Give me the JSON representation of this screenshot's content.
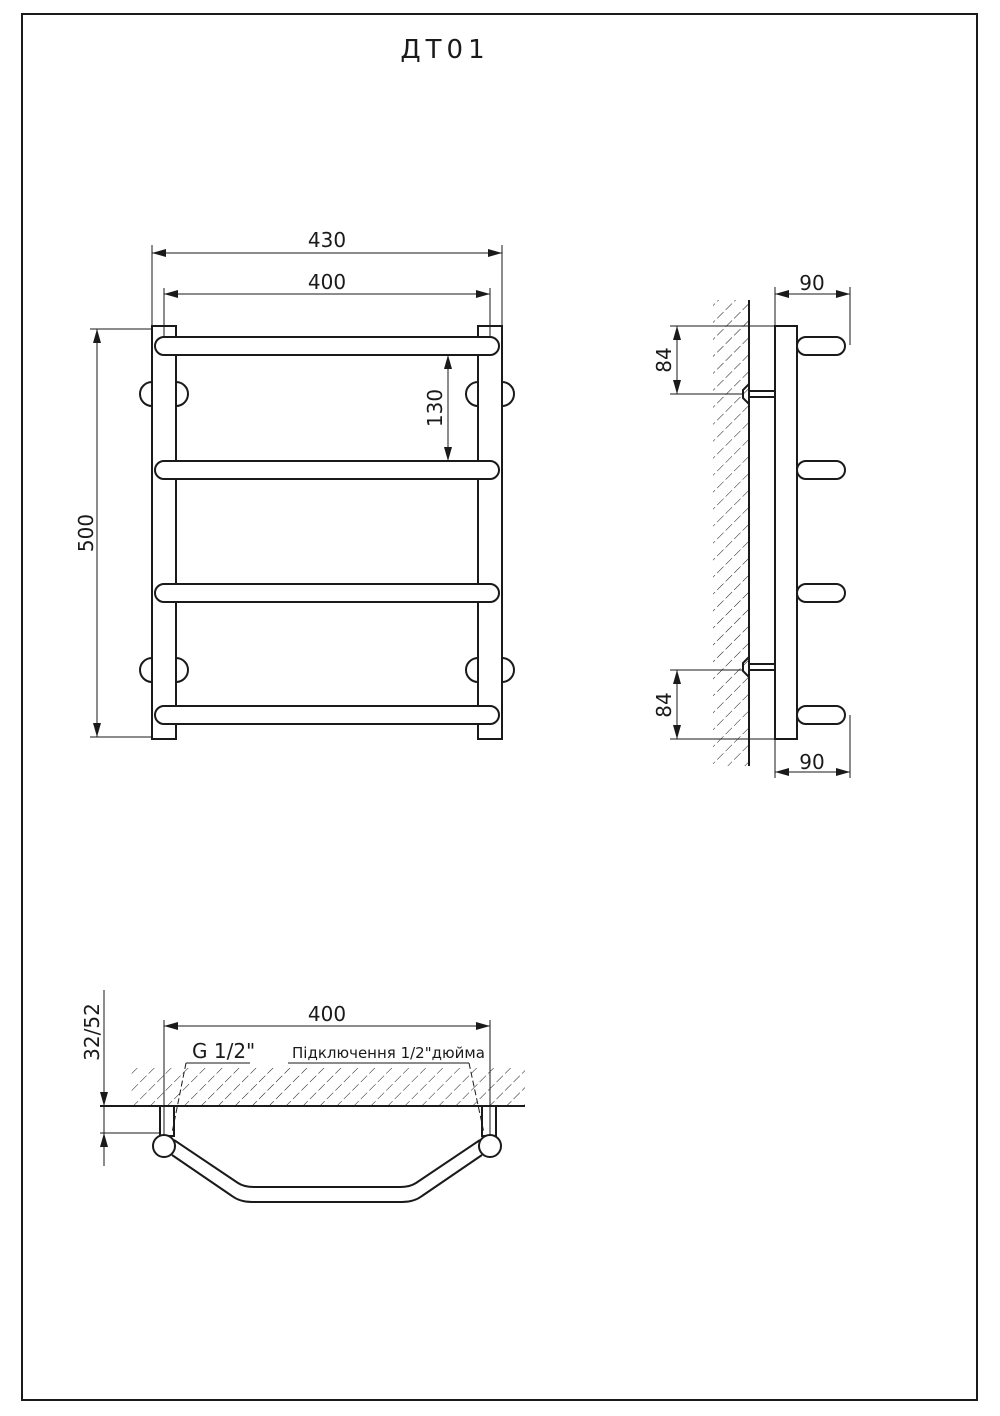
{
  "title": "ДТ01",
  "front_view": {
    "overall_width": "430",
    "inner_width": "400",
    "height": "500",
    "bar_spacing": "130"
  },
  "side_view": {
    "depth_top": "90",
    "depth_bottom": "90",
    "mount_top": "84",
    "mount_bottom": "84"
  },
  "top_view": {
    "width": "400",
    "wall_offset": "32/52",
    "thread": "G 1/2\"",
    "connection_note": "Підключення 1/2\"дюйма"
  }
}
